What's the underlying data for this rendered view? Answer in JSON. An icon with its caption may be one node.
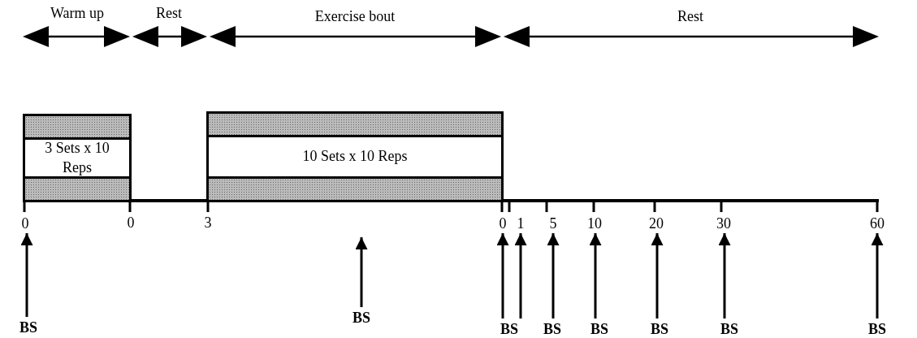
{
  "diagram": {
    "nodes": [
      {
        "text": [
          "3 Sets x 10 Reps"
        ]
      },
      {
        "text": [
          "10 Sets x 10 Reps"
        ]
      },
      {
        "text": [
          "BS"
        ]
      },
      {
        "text": [
          "BS"
        ]
      },
      {
        "text": [
          "BS"
        ]
      },
      {
        "text": [
          "BS"
        ]
      },
      {
        "text": [
          "BS"
        ]
      },
      {
        "text": [
          "BS"
        ]
      },
      {
        "text": [
          "BS"
        ]
      },
      {
        "text": [
          "BS"
        ]
      },
      {
        "text": [
          "0"
        ]
      },
      {
        "text": [
          "0"
        ]
      },
      {
        "text": [
          "1"
        ]
      },
      {
        "text": [
          "5"
        ]
      },
      {
        "text": [
          "10"
        ]
      },
      {
        "text": [
          "20"
        ]
      },
      {
        "text": [
          "30"
        ]
      },
      {
        "text": [
          "60"
        ]
      }
    ],
    "edges": [
      {
        "from": 2,
        "to": 10,
        "arrow": "to"
      },
      {
        "from": 3,
        "to": null,
        "arrow": "to"
      },
      {
        "from": 4,
        "to": 11,
        "arrow": "to"
      },
      {
        "from": 4,
        "to": 12,
        "arrow": "to"
      },
      {
        "from": 5,
        "to": 13,
        "arrow": "to"
      },
      {
        "from": 6,
        "to": 14,
        "arrow": "to"
      },
      {
        "from": 7,
        "to": 15,
        "arrow": "to"
      },
      {
        "from": 8,
        "to": 16,
        "arrow": "to"
      },
      {
        "from": 9,
        "to": 17,
        "arrow": "to"
      }
    ],
    "labels": [
      "Warm up",
      "Rest",
      "Exercise bout",
      "Rest",
      "0",
      "3"
    ]
  }
}
